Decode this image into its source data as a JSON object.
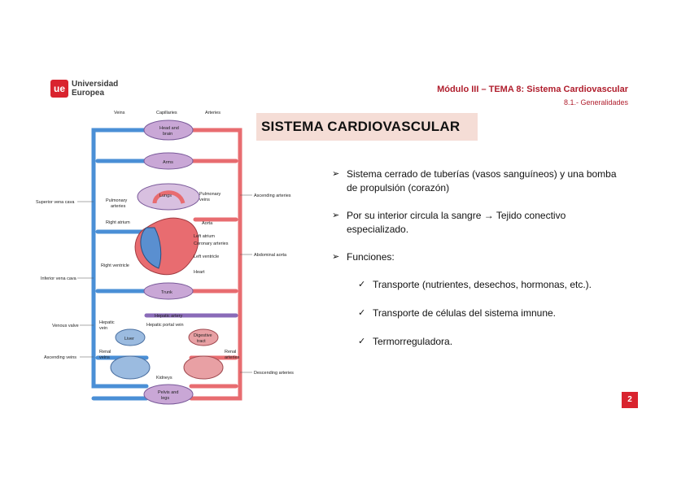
{
  "header": {
    "logo_mark": "ue",
    "logo_line1": "Universidad",
    "logo_line2": "Europea",
    "module": "Módulo III – TEMA 8: Sistema Cardiovascular",
    "section": "8.1.- Generalidades"
  },
  "title": "SISTEMA CARDIOVASCULAR",
  "bullets": [
    {
      "marker": "➢",
      "text": "Sistema cerrado de tuberías (vasos sanguíneos) y una bomba de propulsión (corazón)"
    },
    {
      "marker": "➢",
      "text": "Por su interior circula la sangre → Tejido conectivo especializado."
    },
    {
      "marker": "➢",
      "text": "Funciones:"
    }
  ],
  "functions": [
    {
      "marker": "✓",
      "text": "Transporte (nutrientes, desechos, hormonas, etc.)."
    },
    {
      "marker": "✓",
      "text": "Transporte de células del sistema imnune."
    },
    {
      "marker": "✓",
      "text": "Termorreguladora."
    }
  ],
  "diagram": {
    "labels": {
      "veins": "Veins",
      "capillaries": "Capillaries",
      "arteries": "Arteries",
      "head_brain_1": "Head and",
      "head_brain_2": "brain",
      "arms": "Arms",
      "superior_vena_cava": "Superior vena cava",
      "ascending_arteries": "Ascending arteries",
      "pulmonary_arteries_1": "Pulmonary",
      "pulmonary_arteries_2": "arteries",
      "lungs": "Lungs",
      "pulmonary_veins_1": "Pulmonary",
      "pulmonary_veins_2": "veins",
      "right_atrium": "Right atrium",
      "aorta": "Aorta",
      "left_atrium": "Left atrium",
      "coronary_arteries": "Coronary arteries",
      "left_ventricle": "Left ventricle",
      "abdominal_aorta": "Abdominal aorta",
      "right_ventricle": "Right ventricle",
      "heart": "Heart",
      "inferior_vena_cava": "Inferior vena cava",
      "trunk": "Trunk",
      "hepatic_artery": "Hepatic artery",
      "venous_valve": "Venous valve",
      "hepatic_vein_1": "Hepatic",
      "hepatic_vein_2": "vein",
      "hepatic_portal_vein": "Hepatic portal vein",
      "liver": "Liver",
      "digestive_tract_1": "Digestive",
      "digestive_tract_2": "tract",
      "renal_veins_1": "Renal",
      "renal_veins_2": "veins",
      "renal_arteries_1": "Renal",
      "renal_arteries_2": "arteries",
      "ascending_veins": "Ascending veins",
      "kidneys": "Kidneys",
      "descending_arteries": "Descending arteries",
      "pelvis_legs_1": "Pelvis and",
      "pelvis_legs_2": "legs"
    }
  },
  "page_number": "2",
  "colors": {
    "accent": "#b01e2d",
    "badge": "#d9232e",
    "title_bg": "#f5ddd6",
    "vein": "#4a8fd6",
    "artery": "#e0565c"
  }
}
